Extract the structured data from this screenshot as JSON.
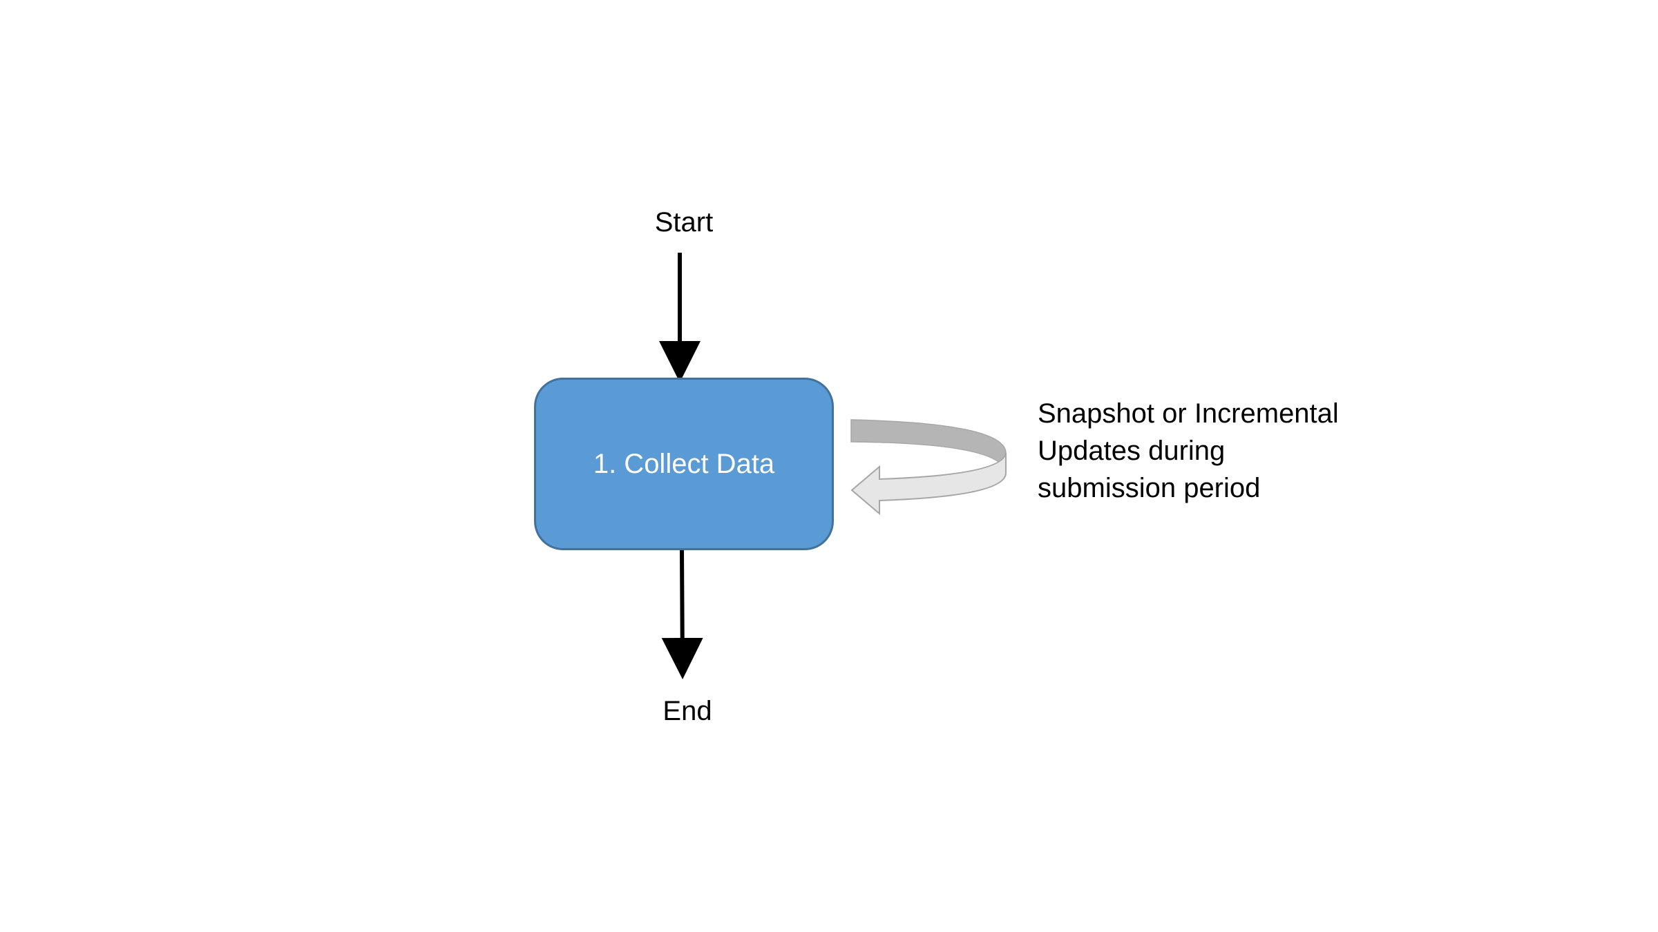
{
  "diagram": {
    "start_label": "Start",
    "end_label": "End",
    "process": {
      "label": "1. Collect Data",
      "fill_color": "#5b9bd5",
      "border_color": "#41719c"
    },
    "loop_note": {
      "lines": [
        "Snapshot or Incremental",
        "Updates during",
        "submission period"
      ]
    },
    "connector_color": "#000000",
    "loop_arrow_colors": {
      "back": "#b5b5b5",
      "front": "#e6e6e6",
      "outline": "#a6a6a6"
    }
  }
}
